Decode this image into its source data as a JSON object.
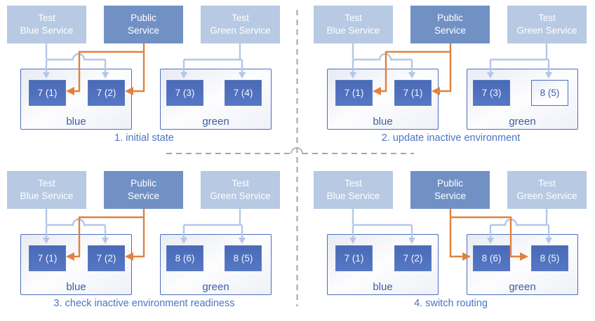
{
  "colors": {
    "test_service_fill": "#b7c9e3",
    "public_service_fill": "#7191c5",
    "pod_fill": "#4d6ebc",
    "pod_new_border": "#4d6ebc",
    "env_border": "#4d6ebc",
    "env_label_text": "#3d5ea1",
    "caption_text": "#4a74c6",
    "test_connector": "#b4c7e7",
    "public_connector": "#e2813d",
    "divider": "#a6a6a6"
  },
  "panels": [
    {
      "caption": "1. initial state",
      "routing": "route-blue",
      "services": [
        {
          "lines": [
            "Test",
            "Blue Service"
          ]
        },
        {
          "lines": [
            "Public",
            "Service"
          ]
        },
        {
          "lines": [
            "Test",
            "Green Service"
          ]
        }
      ],
      "environments": [
        {
          "label": "blue",
          "pods": [
            {
              "text": "7 (1)",
              "state": "active"
            },
            {
              "text": "7 (2)",
              "state": "active"
            }
          ]
        },
        {
          "label": "green",
          "pods": [
            {
              "text": "7 (3)",
              "state": "active"
            },
            {
              "text": "7 (4)",
              "state": "active"
            }
          ]
        }
      ]
    },
    {
      "caption": "2. update inactive environment",
      "routing": "route-blue",
      "services": [
        {
          "lines": [
            "Test",
            "Blue Service"
          ]
        },
        {
          "lines": [
            "Public",
            "Service"
          ]
        },
        {
          "lines": [
            "Test",
            "Green Service"
          ]
        }
      ],
      "environments": [
        {
          "label": "blue",
          "pods": [
            {
              "text": "7 (1)",
              "state": "active"
            },
            {
              "text": "7 (1)",
              "state": "active"
            }
          ]
        },
        {
          "label": "green",
          "pods": [
            {
              "text": "7 (3)",
              "state": "active"
            },
            {
              "text": "8 (5)",
              "state": "new"
            }
          ]
        }
      ]
    },
    {
      "caption": "3. check inactive environment readiness",
      "routing": "route-blue",
      "services": [
        {
          "lines": [
            "Test",
            "Blue Service"
          ]
        },
        {
          "lines": [
            "Public",
            "Service"
          ]
        },
        {
          "lines": [
            "Test",
            "Green Service"
          ]
        }
      ],
      "environments": [
        {
          "label": "blue",
          "pods": [
            {
              "text": "7 (1)",
              "state": "active"
            },
            {
              "text": "7 (2)",
              "state": "active"
            }
          ]
        },
        {
          "label": "green",
          "pods": [
            {
              "text": "8 (6)",
              "state": "active"
            },
            {
              "text": "8 (5)",
              "state": "active"
            }
          ]
        }
      ]
    },
    {
      "caption": "4. switch routing",
      "routing": "route-green",
      "services": [
        {
          "lines": [
            "Test",
            "Blue Service"
          ]
        },
        {
          "lines": [
            "Public",
            "Service"
          ]
        },
        {
          "lines": [
            "Test",
            "Green Service"
          ]
        }
      ],
      "environments": [
        {
          "label": "blue",
          "pods": [
            {
              "text": "7 (1)",
              "state": "active"
            },
            {
              "text": "7 (2)",
              "state": "active"
            }
          ]
        },
        {
          "label": "green",
          "pods": [
            {
              "text": "8 (6)",
              "state": "active"
            },
            {
              "text": "8 (5)",
              "state": "active"
            }
          ]
        }
      ]
    }
  ]
}
